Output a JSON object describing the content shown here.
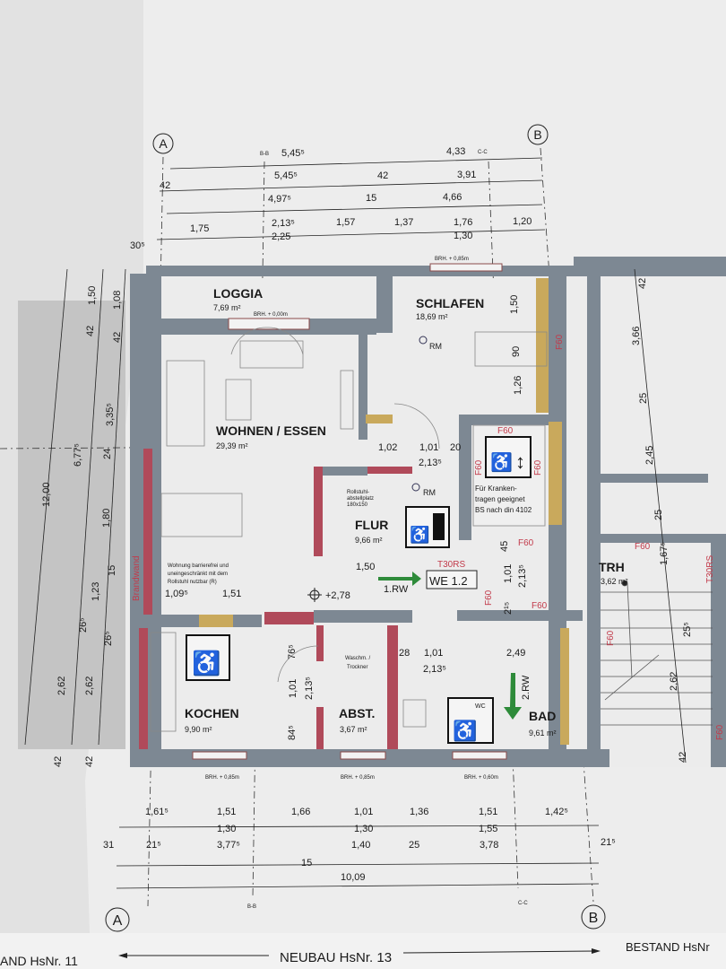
{
  "axes": {
    "a": "A",
    "b": "B",
    "section_bb": "B-B",
    "section_cc": "C-C"
  },
  "top_dims": {
    "r1": [
      "5,45⁵",
      "4,33"
    ],
    "r2": [
      "42",
      "5,45⁵",
      "42",
      "3,91"
    ],
    "r3": [
      "4,97⁵",
      "15",
      "4,66"
    ],
    "r4": [
      "1,75",
      "2,13⁵",
      "2,25",
      "1,57",
      "1,37",
      "1,76",
      "1,30",
      "1,20",
      "30⁵"
    ]
  },
  "bottom_dims": {
    "r1": [
      "1,61⁵",
      "1,51",
      "1,30",
      "1,66",
      "1,01",
      "1,30",
      "1,36",
      "1,51",
      "1,55",
      "1,42⁵"
    ],
    "r2": [
      "31",
      "21⁵",
      "3,77⁵",
      "15",
      "1,40",
      "25",
      "3,78",
      "21⁵"
    ],
    "total": "10,09"
  },
  "left_dims": [
    "12,00",
    "6,77⁵",
    "2,62",
    "1,50",
    "42",
    "2,62",
    "42",
    "26⁵",
    "1,08",
    "42",
    "3,35⁵",
    "24",
    "1,80",
    "15",
    "1,23",
    "26⁵",
    "42"
  ],
  "right_dims": [
    "42",
    "3,66",
    "25",
    "2,45",
    "25",
    "1,67⁵",
    "25⁵",
    "2,62",
    "42"
  ],
  "brh": {
    "top": "BRH. + 0,85m",
    "loggia": "BRH. + 0,00m",
    "bottom": [
      "BRH. + 0,85m",
      "BRH. + 0,85m",
      "BRH. + 0,60m"
    ]
  },
  "rooms": {
    "loggia": {
      "name": "LOGGIA",
      "area": "7,69 m²"
    },
    "schlafen": {
      "name": "SCHLAFEN",
      "area": "18,69 m²",
      "rm": "RM",
      "dims": [
        "1,50",
        "90",
        "1,26"
      ]
    },
    "wohnen": {
      "name": "WOHNEN / ESSEN",
      "area": "29,39 m²"
    },
    "flur": {
      "name": "FLUR",
      "area": "9,66 m²",
      "rm": "RM",
      "note": [
        "Rollstuhl-",
        "abstellplatz",
        "180x150"
      ],
      "dims": [
        "1,02",
        "1,01",
        "2,13⁵",
        "20",
        "1,50"
      ]
    },
    "kochen": {
      "name": "KOCHEN",
      "area": "9,90 m²"
    },
    "abst": {
      "name": "ABST.",
      "area": "3,67 m²",
      "note": [
        "Waschm. /",
        "Trockner"
      ],
      "dims": [
        "76⁵",
        "1,01",
        "2,13⁵",
        "84⁵"
      ]
    },
    "bad": {
      "name": "BAD",
      "area": "9,61 m²",
      "wc": "WC",
      "dims": [
        "28",
        "1,01",
        "2,13⁵",
        "2,49"
      ],
      "rw": "2.RW"
    },
    "trh": {
      "name": "TRH",
      "area": "3,62 m²"
    }
  },
  "lift": {
    "fire": "F60",
    "note": [
      "Für Kranken-",
      "tragen geeignet",
      "BS nach din 4102"
    ]
  },
  "entry": {
    "label": "WE 1.2",
    "door": "T30RS",
    "rw": "1.RW",
    "level": "+2,78",
    "dims": [
      "45",
      "1,01",
      "2,13⁵",
      "2¹⁵"
    ]
  },
  "wohnung_note": [
    "Wohnung barrierefrei und",
    "uneingeschränkt mit dem",
    "Rollstuhl nutzbar (R)"
  ],
  "wohnung_dims": [
    "1,09⁵",
    "1,51"
  ],
  "fire_label": "F60",
  "door_label": "T30RS",
  "brandwand": "Brandwand",
  "footer": {
    "left": "AND HsNr. 11",
    "center": "NEUBAU HsNr. 13",
    "right": "BESTAND HsNr"
  },
  "colors": {
    "wall": "#7d8893",
    "fire_wall": "#b04a5a",
    "insulation": "#c9a95c",
    "escape_arrow": "#2e8b3a",
    "fire_text": "#c23a4a"
  }
}
